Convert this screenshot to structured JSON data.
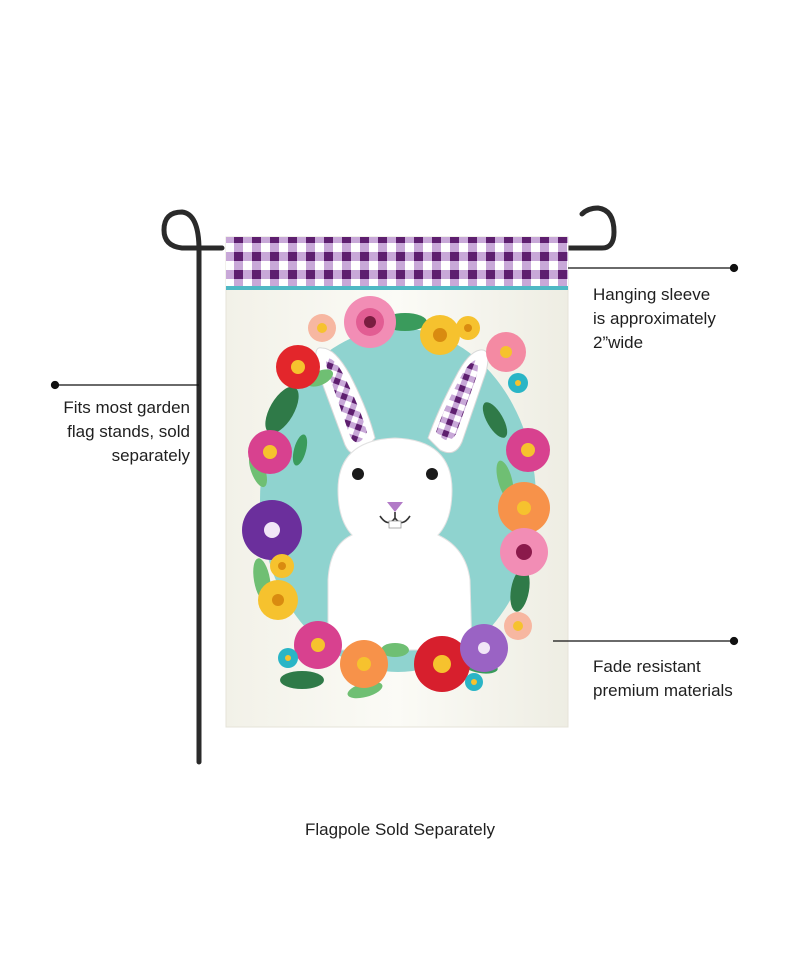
{
  "callouts": {
    "sleeve": [
      "Hanging sleeve",
      "is approximately",
      "2”wide"
    ],
    "stand": [
      "Fits most garden",
      "flag stands, sold",
      "separately"
    ],
    "fade": [
      "Fade resistant",
      "premium materials"
    ]
  },
  "caption": "Flagpole Sold Separately",
  "colors": {
    "gingham_purple": "#5e1f6f",
    "gingham_light": "#c8a8d8",
    "background_teal": "#8fd3cf",
    "flag_cream": "#f7f6ee",
    "pole": "#2a2a2a"
  }
}
